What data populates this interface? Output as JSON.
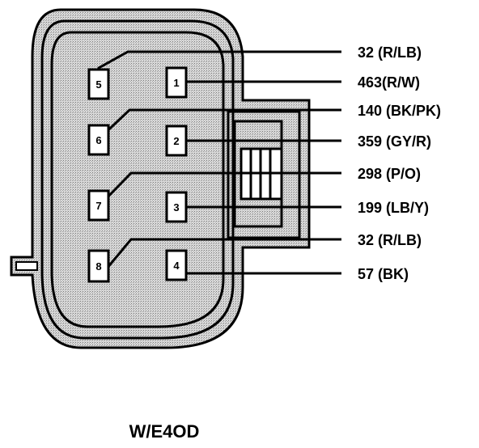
{
  "pins": [
    {
      "number": "5",
      "label": "32 (R/LB)"
    },
    {
      "number": "1",
      "label": "463(R/W)"
    },
    {
      "number": "6",
      "label": "140 (BK/PK)"
    },
    {
      "number": "2",
      "label": "359 (GY/R)"
    },
    {
      "number": "7",
      "label": "298 (P/O)"
    },
    {
      "number": "3",
      "label": "199 (LB/Y)"
    },
    {
      "number": "8",
      "label": "32 (R/LB)"
    },
    {
      "number": "4",
      "label": "57 (BK)"
    }
  ],
  "caption": "W/E4OD"
}
